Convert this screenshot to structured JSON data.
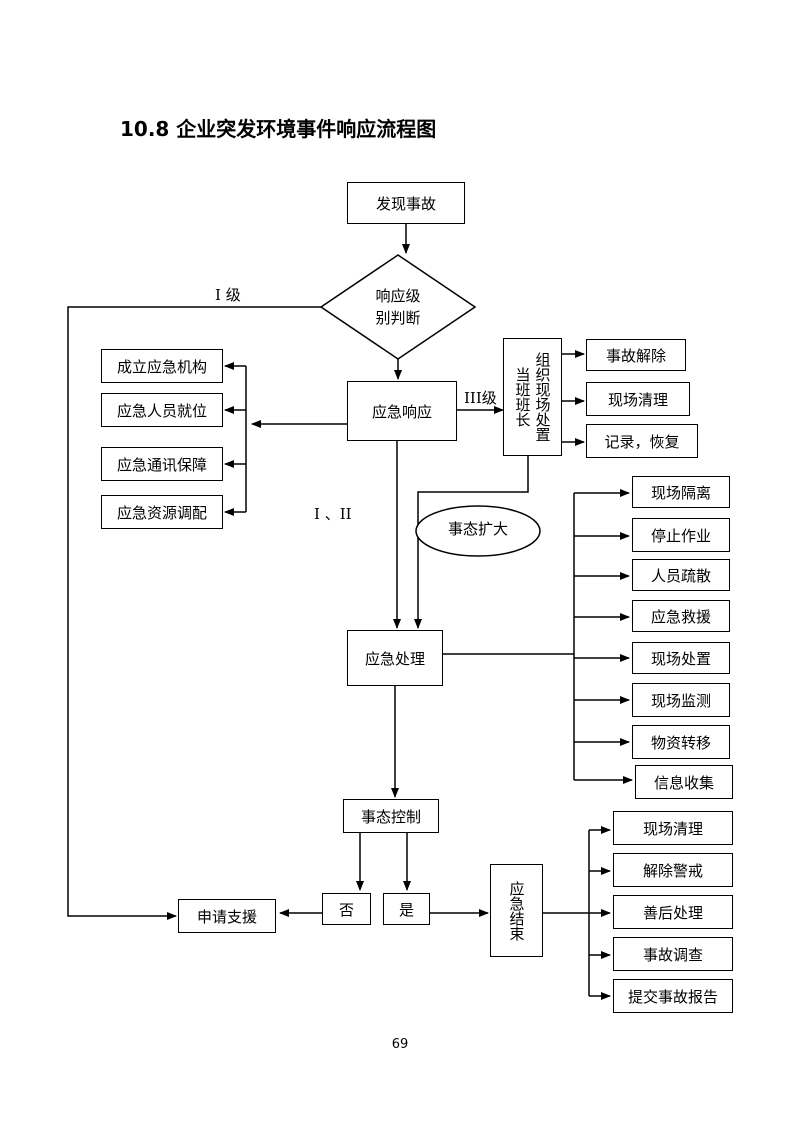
{
  "title": "10.8 企业突发环境事件响应流程图",
  "nodes": {
    "discover": "发现事故",
    "judge_line1": "响应级",
    "judge_line2": "别判断",
    "response": "应急响应",
    "handling": "应急处理",
    "control": "事态控制",
    "no": "否",
    "yes": "是",
    "support": "申请支援",
    "end": "应急结束",
    "escalate": "事态扩大",
    "onsite_leader_col1": "组织现场处置",
    "onsite_leader_col2": "当班班长"
  },
  "labels": {
    "level_1": "I 级",
    "level_3": "III级",
    "level_12": "I 、II"
  },
  "response_actions": [
    "成立应急机构",
    "应急人员就位",
    "应急通讯保障",
    "应急资源调配"
  ],
  "onsite_actions": [
    "事故解除",
    "现场清理",
    "记录，恢复"
  ],
  "handling_actions": [
    "现场隔离",
    "停止作业",
    "人员疏散",
    "应急救援",
    "现场处置",
    "现场监测",
    "物资转移",
    "信息收集"
  ],
  "end_actions": [
    "现场清理",
    "解除警戒",
    "善后处理",
    "事故调查",
    "提交事故报告"
  ],
  "page_number": "69"
}
